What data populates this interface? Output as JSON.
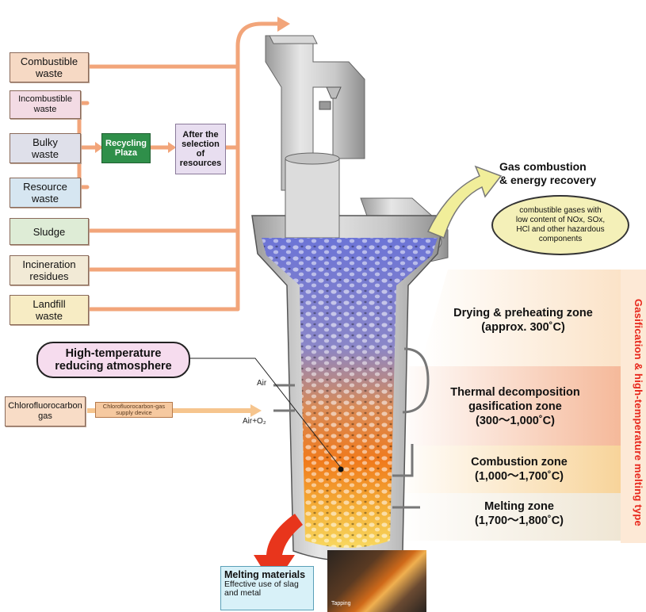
{
  "sources": {
    "combustible": "Combustible\nwaste",
    "incombustible": "Incombustible\nwaste",
    "bulky": "Bulky\nwaste",
    "resource": "Resource\nwaste",
    "sludge": "Sludge",
    "incineration": "Incineration\nresidues",
    "landfill": "Landfill\nwaste",
    "cfc": "Chlorofluorocarbon\ngas"
  },
  "recycling_plaza": "Recycling\nPlaza",
  "after_selection": "After the\nselection\nof\nresources",
  "cfc_device": "Chlorofluorocarbon-gas\nsupply device",
  "reducing_atmosphere": "High-temperature\nreducing atmosphere",
  "gas_recovery": {
    "title": "Gas combustion\n& energy recovery",
    "note": "combustible gases with\nlow content of NOx, SOx,\nHCl and other hazardous\ncomponents"
  },
  "zones": {
    "drying": "Drying & preheating zone\n(approx. 300˚C)",
    "thermal": "Thermal decomposition\ngasification zone\n(300～1,000˚C)",
    "combustion": "Combustion zone\n(1,000～1,700˚C)",
    "melting": "Melting zone\n(1,700～1,800˚C)"
  },
  "vertical_title": "Gasification & high-temperature melting type",
  "air": {
    "air": "Air",
    "air_o2": "Air+O₂"
  },
  "melting_materials": {
    "title": "Melting materials",
    "text": "Effective use of slag\nand metal"
  },
  "tapping": "Tapping",
  "colors": {
    "flow_arrow": "#f2a57a",
    "zone_drying": "#fbe3c8",
    "zone_thermal": "#f7c5a6",
    "zone_combustion": "#f9dca2",
    "zone_melting": "#f4ecdc",
    "vertical_title": "#e8261b",
    "recycle_green": "#2f8f4a"
  }
}
